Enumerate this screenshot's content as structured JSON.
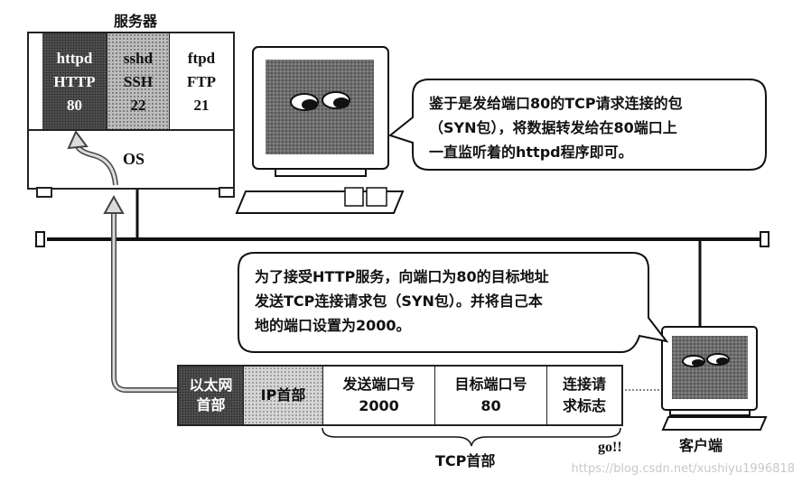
{
  "server": {
    "title": "服务器",
    "services": [
      {
        "name": "httpd",
        "proto": "HTTP",
        "port": "80"
      },
      {
        "name": "sshd",
        "proto": "SSH",
        "port": "22"
      },
      {
        "name": "ftpd",
        "proto": "FTP",
        "port": "21"
      }
    ],
    "os_label": "OS"
  },
  "server_bubble": {
    "lines": [
      "鉴于是发给端口80的TCP请求连接的包",
      "（SYN包），将数据转发给在80端口上",
      "一直监听着的httpd程序即可。"
    ]
  },
  "client_bubble": {
    "lines": [
      "为了接受HTTP服务，向端口为80的目标地址",
      "发送TCP连接请求包（SYN包）。并将自己本",
      "地的端口设置为2000。"
    ]
  },
  "packet": {
    "ethernet": [
      "以太网",
      "首部"
    ],
    "ip": "IP首部",
    "src_port": [
      "发送端口号",
      "2000"
    ],
    "dst_port": [
      "目标端口号",
      "80"
    ],
    "flags": [
      "连接请",
      "求标志"
    ]
  },
  "tcp_header_label": "TCP首部",
  "go_label": "go!!",
  "client_label": "客户端",
  "watermark": "https://blog.csdn.net/xushiyu1996818",
  "colors": {
    "line": "#111111",
    "dark_cell": "#5a5a5a",
    "dotted_cell": "#bdbdbd"
  }
}
